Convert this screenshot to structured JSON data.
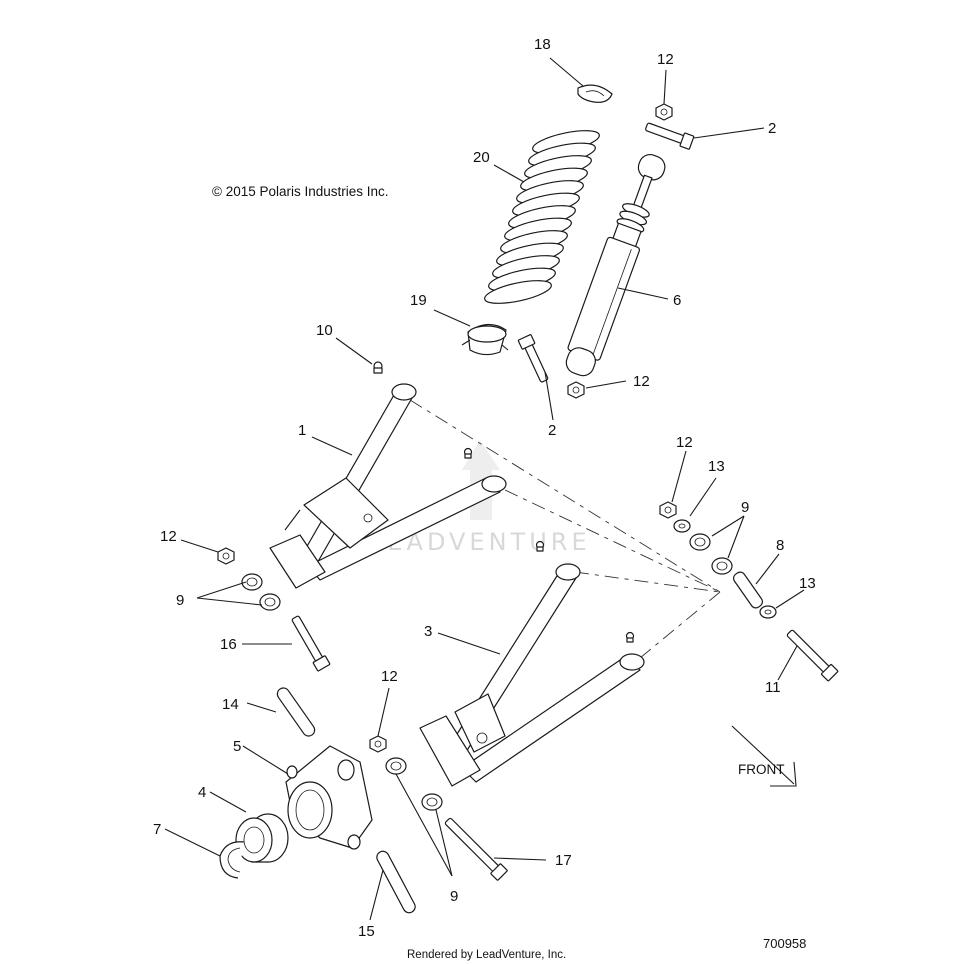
{
  "copyright": "© 2015 Polaris Industries Inc.",
  "watermark": "LEADVENTURE",
  "direction_label": "FRONT",
  "footer": "Rendered by LeadVenture, Inc.",
  "diagram_id": "700958",
  "callouts": {
    "c18": "18",
    "c12a": "12",
    "c2a": "2",
    "c20": "20",
    "c6": "6",
    "c19": "19",
    "c10": "10",
    "c2b": "2",
    "c12b": "12",
    "c1": "1",
    "c12c": "12",
    "c13a": "13",
    "c9a": "9",
    "c8": "8",
    "c13b": "13",
    "c12d": "12",
    "c9b": "9",
    "c16": "16",
    "c3": "3",
    "c11": "11",
    "c12e": "12",
    "c14": "14",
    "c5": "5",
    "c4": "4",
    "c7": "7",
    "c9c": "9",
    "c17": "17",
    "c15": "15"
  }
}
